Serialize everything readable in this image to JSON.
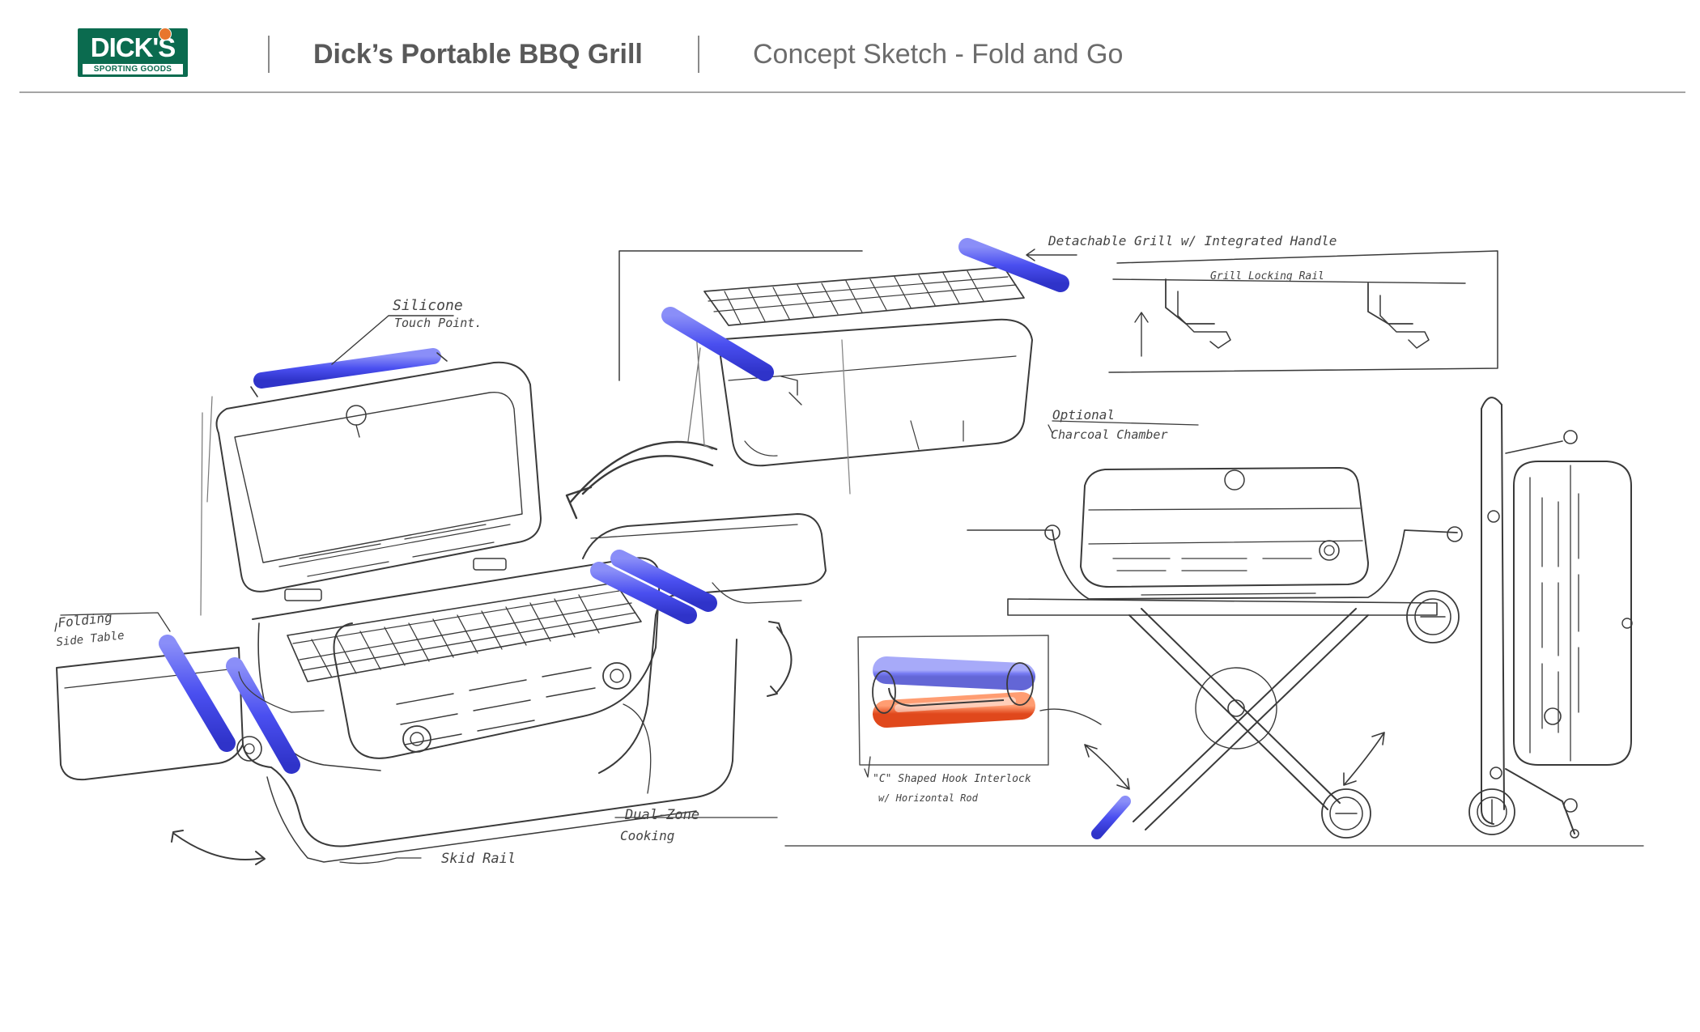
{
  "header": {
    "logo": {
      "line1": "DICK'S",
      "line2": "SPORTING GOODS",
      "accent_color": "#e8762d",
      "brand_color": "#0b6b4f"
    },
    "title": "Dick’s Portable BBQ Grill",
    "subtitle": "Concept Sketch - Fold and Go"
  },
  "annotations": {
    "silicone": "Silicone",
    "touch_point": "Touch Point.",
    "folding": "Folding",
    "side_table": "Side Table",
    "skid_rail": "Skid Rail",
    "dual_zone": "Dual-Zone",
    "cooking": "Cooking",
    "detachable_grill": "Detachable Grill w/ Integrated Handle",
    "grill_locking_rail": "Grill Locking Rail",
    "optional": "Optional",
    "charcoal_chamber": "Charcoal Chamber",
    "hook_interlock": "\"C\" Shaped Hook Interlock",
    "horizontal_rod": "w/ Horizontal Rod"
  },
  "colors": {
    "handle_blue": "#4a4ff0",
    "hook_orange": "#ee5a2a",
    "line": "#3a3a3a"
  }
}
